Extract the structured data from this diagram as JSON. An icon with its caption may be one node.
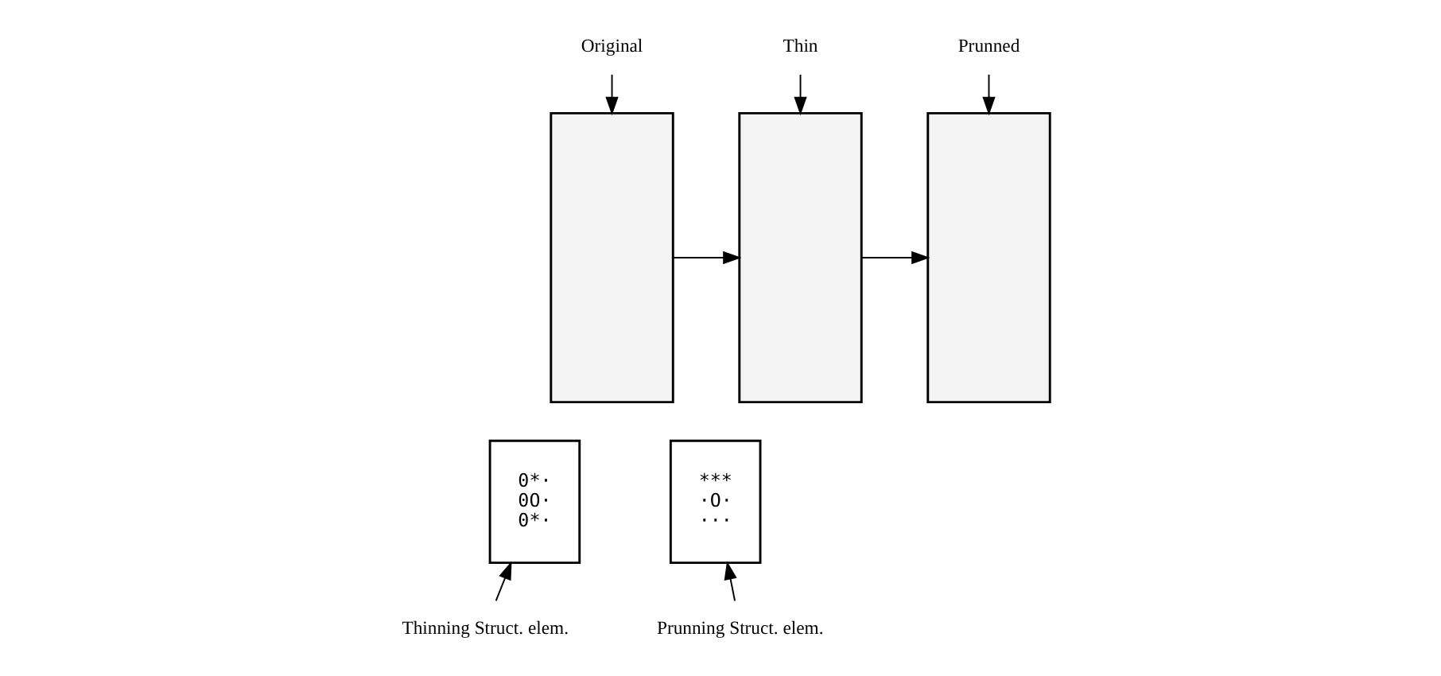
{
  "diagram": {
    "nodes": [
      {
        "text": [
          "Original"
        ]
      },
      {
        "text": [],
        "shape": "box"
      },
      {
        "text": [
          "Thin"
        ]
      },
      {
        "text": [],
        "shape": "box"
      },
      {
        "text": [
          "Prunned"
        ]
      },
      {
        "text": [],
        "shape": "box"
      },
      {
        "text": [
          "0*·",
          "0O·",
          "0*·"
        ]
      },
      {
        "text": [
          "Thinning Struct. elem."
        ]
      },
      {
        "text": [
          "***",
          "·O·",
          "···"
        ]
      },
      {
        "text": [
          "Prunning Struct. elem."
        ]
      }
    ],
    "edges": [
      {
        "from": 0,
        "to": 1,
        "arrow": "to"
      },
      {
        "from": 2,
        "to": 3,
        "arrow": "to"
      },
      {
        "from": 4,
        "to": 5,
        "arrow": "to"
      },
      {
        "from": 1,
        "to": 3,
        "arrow": "to"
      },
      {
        "from": 3,
        "to": 5,
        "arrow": "to"
      },
      {
        "from": 7,
        "to": 6,
        "arrow": "to"
      },
      {
        "from": 9,
        "to": 8,
        "arrow": "to"
      }
    ]
  }
}
